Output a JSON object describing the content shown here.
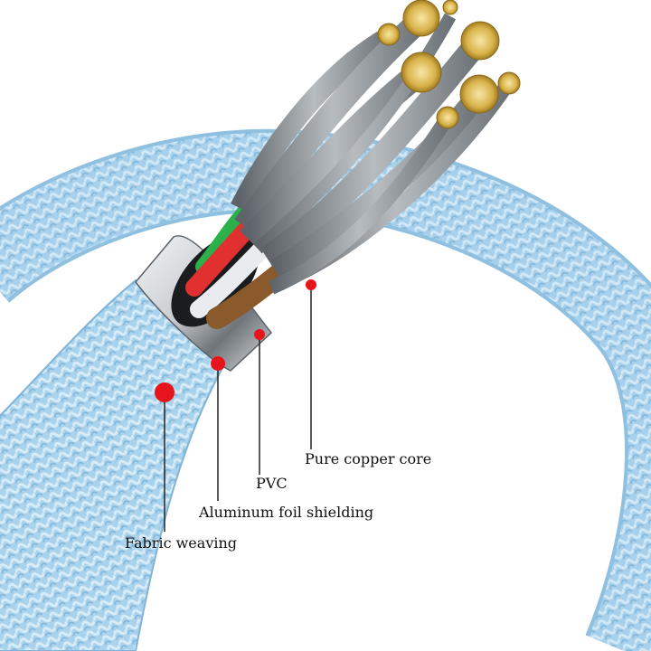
{
  "labels": {
    "pure_copper_core": "Pure copper core",
    "pvc": "PVC",
    "aluminum_foil": "Aluminum foil shielding",
    "fabric_weaving": "Fabric weaving"
  },
  "colors": {
    "cable_blue": "#a9d2ec",
    "cable_blue_dark": "#7fb4d8",
    "marker_red": "#e8141c",
    "leader_line": "#222222",
    "copper": "#d9b24a",
    "steel": "#8e9499",
    "collar": "#c8ccd0"
  }
}
